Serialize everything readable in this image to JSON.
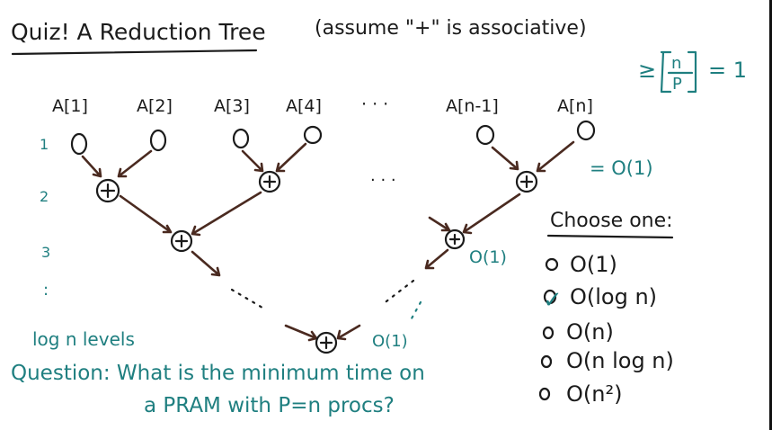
{
  "title": "Quiz! A Reduction Tree",
  "assumption": "(assume \"+\" is associative)",
  "array_labels": [
    "A[1]",
    "A[2]",
    "A[3]",
    "A[4]",
    "· · ·",
    "A[n-1]",
    "A[n]"
  ],
  "level_labels": [
    "1",
    "2",
    "3",
    ":"
  ],
  "log_levels": "log n levels",
  "annotations": {
    "ceil_symbol": "≥",
    "ceil_n": "n",
    "ceil_p": "P",
    "ceil_equals": "= 1",
    "level1_cost": "= O(1)",
    "level3_cost": "O(1)",
    "root_cost": "O(1)"
  },
  "question": {
    "line1": "Question: What is the minimum time on",
    "line2": "a PRAM with P=n procs?"
  },
  "choices": {
    "heading": "Choose one:",
    "options": [
      {
        "label": "O(1)",
        "selected": false
      },
      {
        "label": "O(log n)",
        "selected": true
      },
      {
        "label": "O(n)",
        "selected": false
      },
      {
        "label": "O(n log n)",
        "selected": false
      },
      {
        "label": "O(n²)",
        "selected": false
      }
    ],
    "check_mark": "✓"
  },
  "colors": {
    "ink": "#1b1b1b",
    "teal": "#1f7f80",
    "arrow": "#4a2a20"
  }
}
